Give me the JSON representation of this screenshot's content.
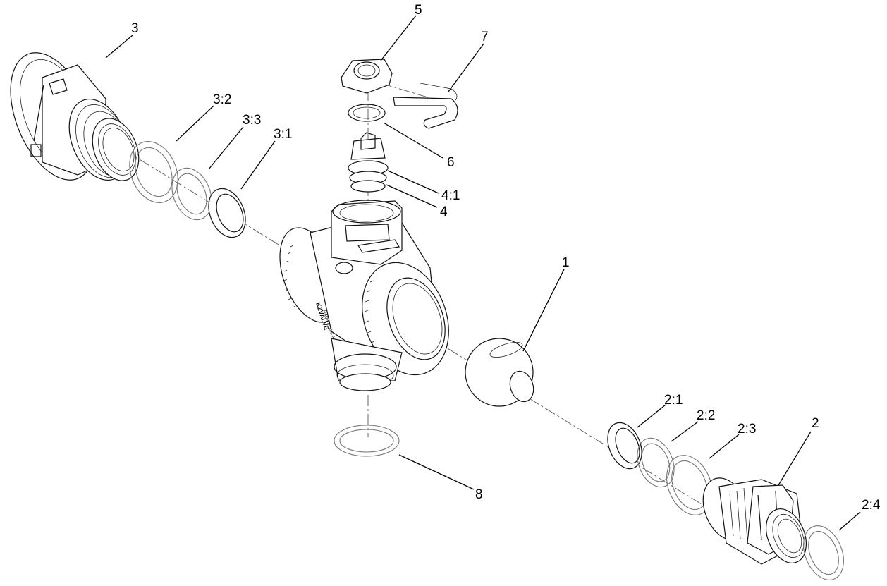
{
  "diagram": {
    "callouts": [
      {
        "id": "3",
        "label": "3"
      },
      {
        "id": "3-2",
        "label": "3:2"
      },
      {
        "id": "3-3",
        "label": "3:3"
      },
      {
        "id": "3-1",
        "label": "3:1"
      },
      {
        "id": "5",
        "label": "5"
      },
      {
        "id": "7",
        "label": "7"
      },
      {
        "id": "6",
        "label": "6"
      },
      {
        "id": "4-1",
        "label": "4:1"
      },
      {
        "id": "4",
        "label": "4"
      },
      {
        "id": "1",
        "label": "1"
      },
      {
        "id": "8",
        "label": "8"
      },
      {
        "id": "2-1",
        "label": "2:1"
      },
      {
        "id": "2-2",
        "label": "2:2"
      },
      {
        "id": "2-3",
        "label": "2:3"
      },
      {
        "id": "2",
        "label": "2"
      },
      {
        "id": "2-4",
        "label": "2:4"
      }
    ],
    "body_marking": {
      "brand": "KZVALVE",
      "origin": "MADE IN U.S.A."
    }
  }
}
